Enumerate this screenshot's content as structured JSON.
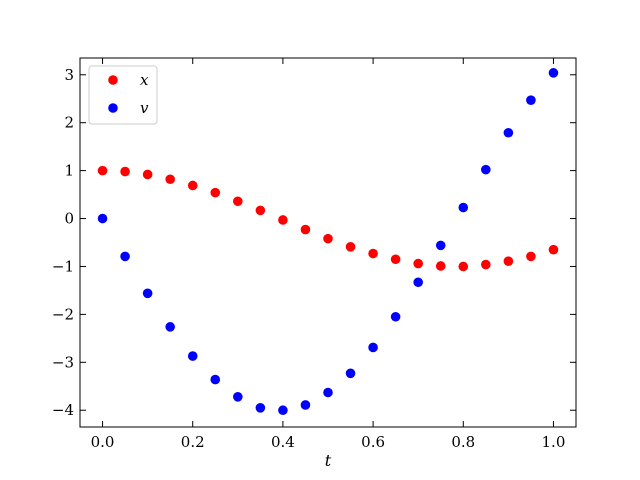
{
  "chart_data": {
    "type": "scatter",
    "title": "",
    "xlabel": "t",
    "ylabel": "",
    "xlim": [
      -0.05,
      1.05
    ],
    "ylim": [
      -4.35,
      3.35
    ],
    "xticks": [
      0.0,
      0.2,
      0.4,
      0.6,
      0.8,
      1.0
    ],
    "xtick_labels": [
      "0.0",
      "0.2",
      "0.4",
      "0.6",
      "0.8",
      "1.0"
    ],
    "yticks": [
      3,
      2,
      1,
      0,
      -1,
      -2,
      -3,
      -4
    ],
    "ytick_labels": [
      "3",
      "2",
      "1",
      "0",
      "−1",
      "−2",
      "−3",
      "−4"
    ],
    "grid": false,
    "legend_position": "top-left",
    "x": [
      0.0,
      0.05,
      0.1,
      0.15,
      0.2,
      0.25,
      0.3,
      0.35,
      0.4,
      0.45,
      0.5,
      0.55,
      0.6,
      0.65,
      0.7,
      0.75,
      0.8,
      0.85,
      0.9,
      0.95,
      1.0
    ],
    "series": [
      {
        "name": "x",
        "color": "#ff0000",
        "values": [
          1.0,
          0.98,
          0.92,
          0.82,
          0.69,
          0.54,
          0.36,
          0.17,
          -0.03,
          -0.23,
          -0.42,
          -0.59,
          -0.73,
          -0.85,
          -0.94,
          -0.99,
          -1.0,
          -0.96,
          -0.89,
          -0.79,
          -0.65
        ]
      },
      {
        "name": "v",
        "color": "#0000ff",
        "values": [
          0.0,
          -0.79,
          -1.56,
          -2.26,
          -2.87,
          -3.36,
          -3.72,
          -3.95,
          -4.0,
          -3.89,
          -3.63,
          -3.23,
          -2.69,
          -2.05,
          -1.33,
          -0.56,
          0.23,
          1.02,
          1.79,
          2.47,
          3.04
        ]
      }
    ]
  }
}
